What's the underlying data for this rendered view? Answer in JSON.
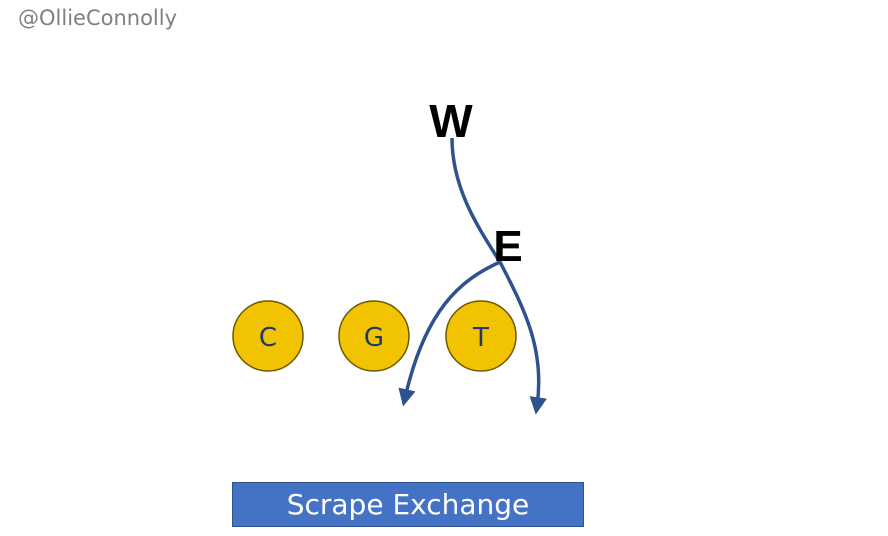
{
  "handle": "@OllieConnolly",
  "defenders": {
    "w": "W",
    "e": "E"
  },
  "linemen": [
    {
      "label": "C"
    },
    {
      "label": "G"
    },
    {
      "label": "T"
    }
  ],
  "caption": "Scrape Exchange",
  "colors": {
    "lineman_fill": "#f2c300",
    "lineman_stroke": "#6b5a00",
    "lineman_text": "#1f3864",
    "route": "#2f528f",
    "caption_bg": "#4472c4",
    "handle_text": "#808080"
  }
}
